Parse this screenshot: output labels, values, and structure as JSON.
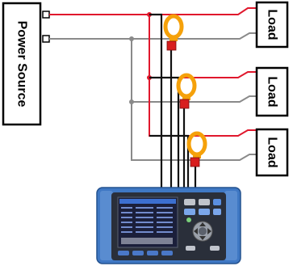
{
  "power_source": {
    "label": "Power Source"
  },
  "loads": [
    {
      "label": "Load"
    },
    {
      "label": "Load"
    },
    {
      "label": "Load"
    }
  ],
  "colors": {
    "live_wire": "#e0182d",
    "neutral_wire": "#8a8a8a",
    "voltage_lead": "#111111",
    "clamp_sensor": "#f5a10a",
    "clamp_head": "#d81e1e",
    "meter_body": "#3f78c4",
    "meter_screen": "#1b1f3a"
  },
  "icons": {
    "clamp_sensor": "current-clamp-icon",
    "meter": "power-meter-icon"
  }
}
